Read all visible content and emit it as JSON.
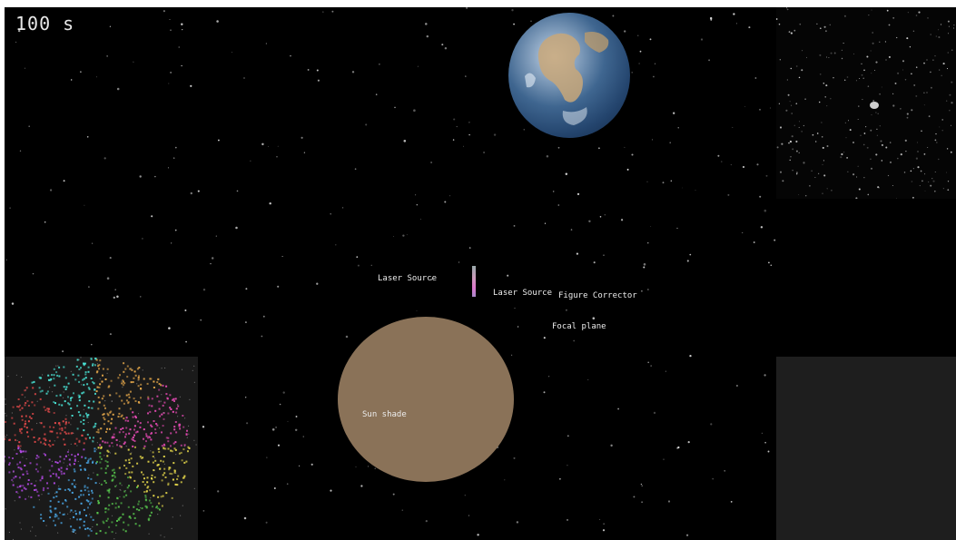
{
  "sim_time": "100 s",
  "labels": {
    "laser_source_1": "Laser Source",
    "laser_source_2": "Laser Source",
    "figure_corrector": "Figure Corrector",
    "focal_plane": "Focal plane",
    "sun_shade": "Sun shade"
  },
  "colors": {
    "space": "#000000",
    "sun_shade": "#8a7258",
    "label_text": "#ededed"
  },
  "icons": {
    "earth": "earth-planet",
    "laser_device": "laser-source-bar"
  }
}
